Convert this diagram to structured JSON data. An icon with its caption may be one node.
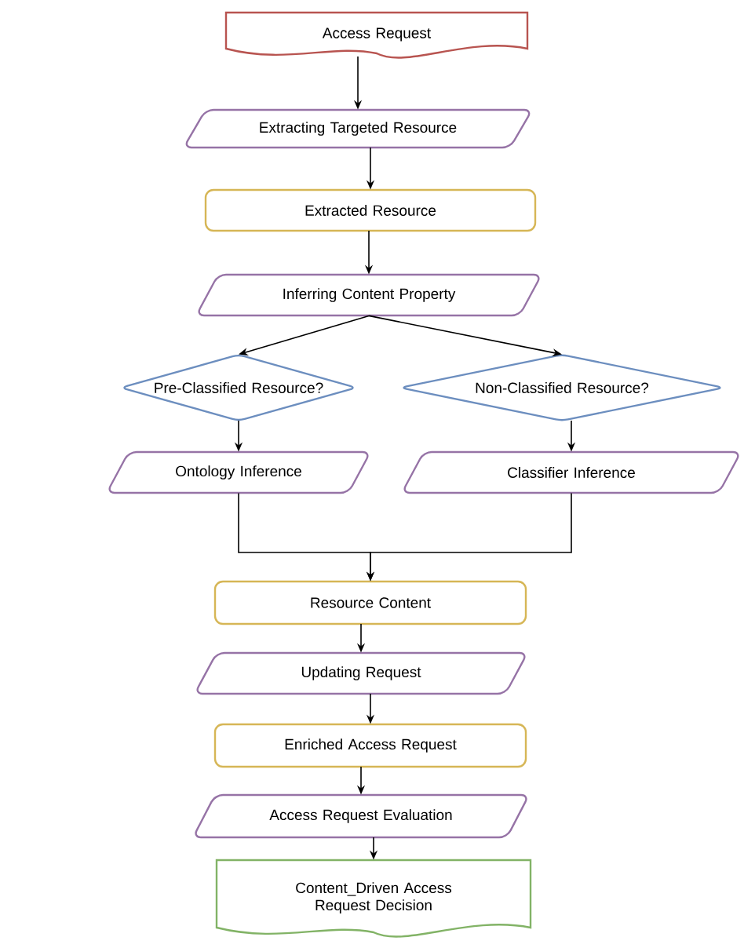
{
  "diagram": {
    "nodes": [
      {
        "text": [
          "Access Request"
        ]
      },
      {
        "text": [
          "Extracting Targeted Resource"
        ]
      },
      {
        "text": [
          "Extracted Resource"
        ]
      },
      {
        "text": [
          "Inferring Content Property"
        ]
      },
      {
        "text": [
          "Pre-Classified Resource?"
        ]
      },
      {
        "text": [
          "Non-Classified Resource?"
        ]
      },
      {
        "text": [
          "Ontology Inference"
        ]
      },
      {
        "text": [
          "Classifier Inference"
        ]
      },
      {
        "text": [
          "Resource Content"
        ]
      },
      {
        "text": [
          "Updating Request"
        ]
      },
      {
        "text": [
          "Enriched Access Request"
        ]
      },
      {
        "text": [
          "Access Request Evaluation"
        ]
      },
      {
        "text": [
          "Content_Driven Access Request Decision"
        ]
      }
    ],
    "edges": [
      {
        "from": 0,
        "to": 1,
        "arrow": "to"
      },
      {
        "from": 1,
        "to": 2,
        "arrow": "to"
      },
      {
        "from": 2,
        "to": 3,
        "arrow": "to"
      },
      {
        "from": 3,
        "to": 4,
        "arrow": "to"
      },
      {
        "from": 3,
        "to": 5,
        "arrow": "to"
      },
      {
        "from": 4,
        "to": 6,
        "arrow": "to"
      },
      {
        "from": 5,
        "to": 7,
        "arrow": "to"
      },
      {
        "from": 6,
        "to": 8,
        "arrow": "to"
      },
      {
        "from": 7,
        "to": 8,
        "arrow": "to"
      },
      {
        "from": 8,
        "to": 9,
        "arrow": "to"
      },
      {
        "from": 9,
        "to": 10,
        "arrow": "to"
      },
      {
        "from": 10,
        "to": 11,
        "arrow": "to"
      },
      {
        "from": 11,
        "to": 12,
        "arrow": "to"
      }
    ]
  }
}
